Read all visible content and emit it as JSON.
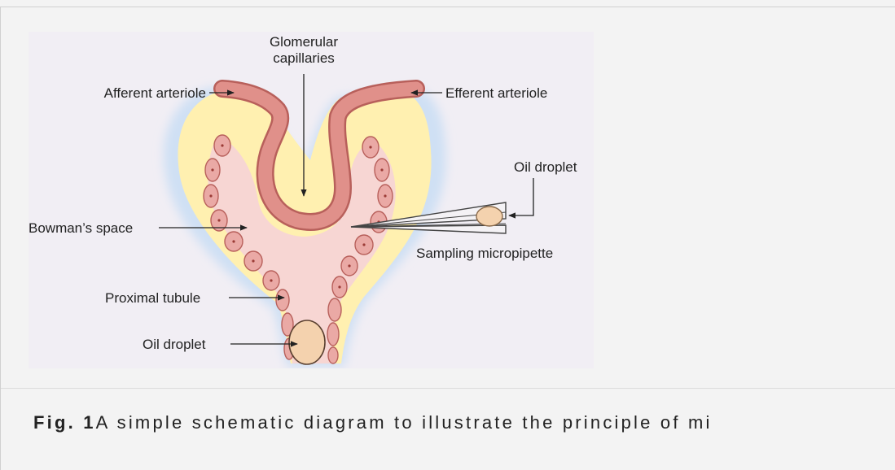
{
  "figure": {
    "labels": {
      "glomerular_line1": "Glomerular",
      "glomerular_line2": "capillaries",
      "afferent": "Afferent arteriole",
      "efferent": "Efferent arteriole",
      "oil_droplet_right": "Oil droplet",
      "bowmans_space": "Bowman’s space",
      "sampling_micropipette": "Sampling micropipette",
      "proximal_tubule": "Proximal tubule",
      "oil_droplet_bottom": "Oil droplet"
    },
    "colors": {
      "panel_bg": "#f1eef4",
      "halo_blue": "#cfe0f4",
      "tissue_yellow": "#fff0b0",
      "space_pink": "#f7d6d3",
      "vessel_red": "#e0908a",
      "cell_fill": "#eaa9a5",
      "droplet_fill": "#f4d2ae"
    }
  },
  "caption": {
    "fig_label": "Fig. 1",
    "text": "A simple schematic diagram to illustrate the principle of mi"
  }
}
